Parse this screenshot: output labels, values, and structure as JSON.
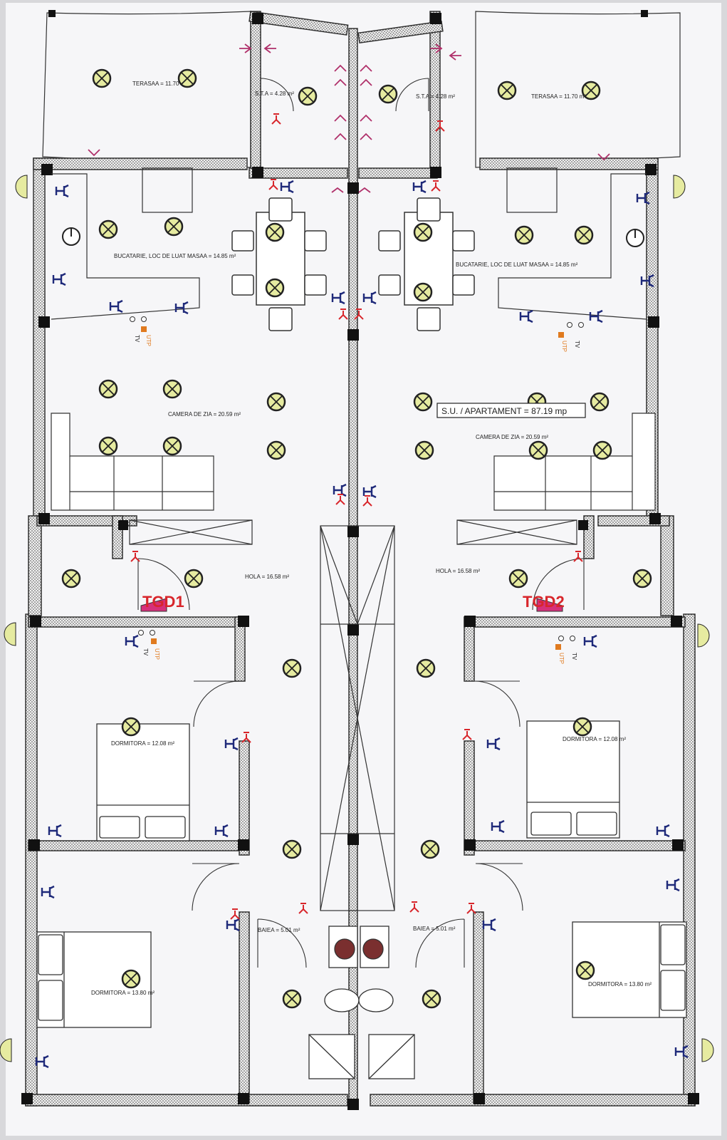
{
  "plan": {
    "rooms_left": {
      "terasa": "TERASAA = 11.70",
      "sta": "S.T.A = 4.28 m²",
      "bucatarie": "BUCATARIE, LOC DE LUAT MASAA = 14.85 m²",
      "camera_de_zi": "CAMERA DE ZIA = 20.59 m²",
      "hola": "HOLA = 16.58 m²",
      "dormitor_1": "DORMITORA = 12.08 m²",
      "dormitor_2": "DORMITORA = 13.80 m²",
      "baie": "BAIEA = 5.01 m²"
    },
    "rooms_right": {
      "terasa": "TERASAA = 11.70 m²",
      "sta": "S.T.A = 4.28 m²",
      "bucatarie": "BUCATARIE, LOC DE LUAT MASAA = 14.85 m²",
      "camera_de_zi": "CAMERA DE ZIA = 20.59 m²",
      "hola": "HOLA = 16.58 m²",
      "dormitor_1": "DORMITORA = 12.08 m²",
      "dormitor_2": "DORMITORA = 13.80 m²",
      "baie": "BAIEA = 5.01 m²"
    },
    "su_apartament": "S.U. / APARTAMENT = 87.19 mp",
    "panel_left": "TGD1",
    "panel_right": "TGD2",
    "tv_label": "TV",
    "utp_label": "UTP"
  },
  "colors": {
    "paper": "#f6f6f8",
    "wall": "#3a3a3a",
    "light_fill": "#e6eba0",
    "socket_blue": "#1f2a7a",
    "switch_red": "#d8262b",
    "magenta": "#b0306a",
    "utp_orange": "#e07a1f"
  },
  "icons": [
    "ceiling-light-icon",
    "wall-light-icon",
    "socket-icon",
    "switch-icon",
    "electrical-panel-icon"
  ]
}
